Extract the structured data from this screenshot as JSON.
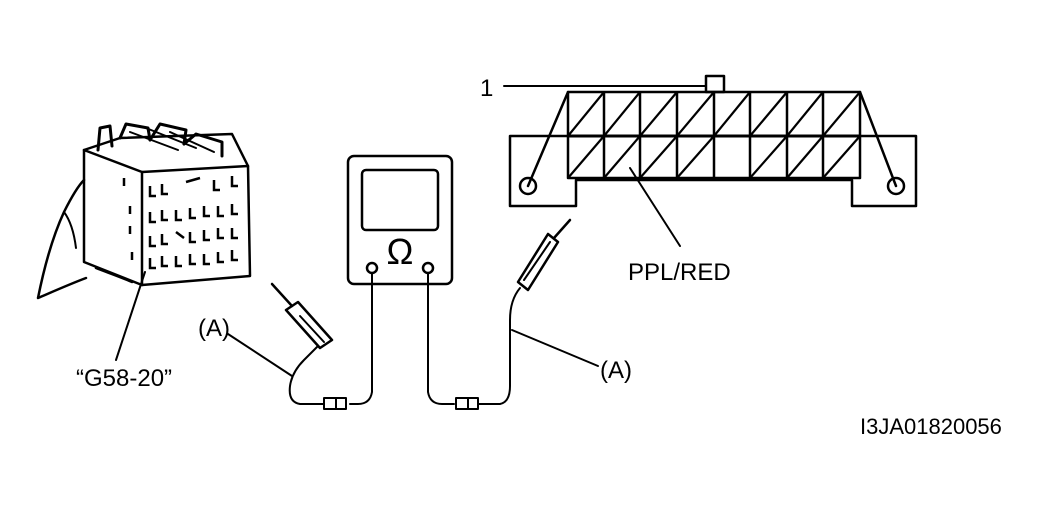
{
  "diagram": {
    "callout_number": "1",
    "connector_label": "PPL/RED",
    "lead_label_left": "(A)",
    "lead_label_right": "(A)",
    "ecm_connector_label": "“G58-20”",
    "meter_symbol": "Ω",
    "figure_code": "I3JA01820056"
  }
}
